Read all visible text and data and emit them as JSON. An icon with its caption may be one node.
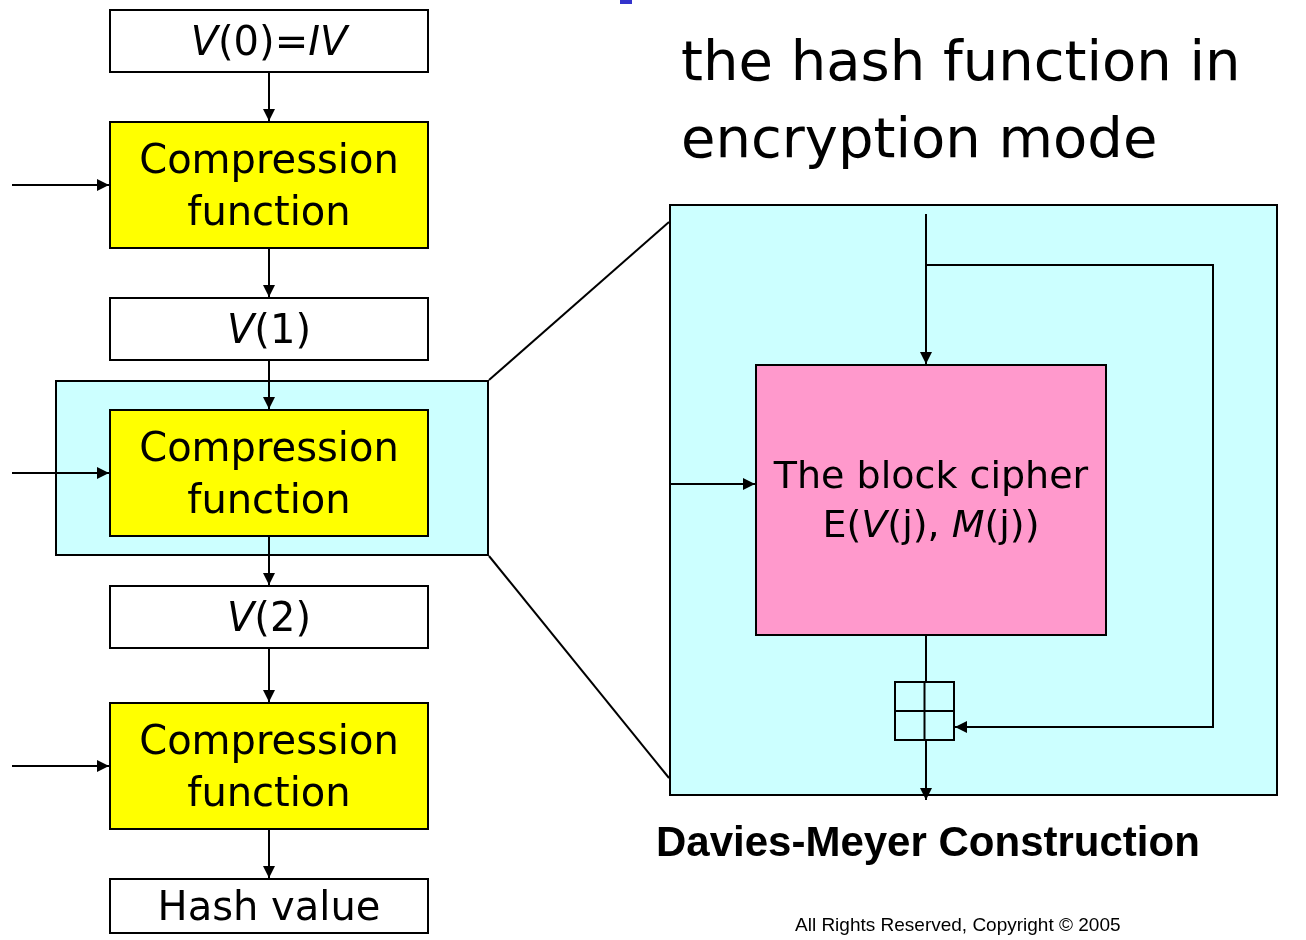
{
  "diagram": {
    "nodes": [
      {
        "text": [
          "*V*(0)=*IV*"
        ]
      },
      {
        "text": [
          "Compression function"
        ]
      },
      {
        "text": [
          "*V*(1)"
        ]
      },
      {
        "text": [],
        "shape": "box"
      },
      {
        "text": [
          "Compression function"
        ],
        "in": 3
      },
      {
        "text": [
          "*V*(2)"
        ]
      },
      {
        "text": [
          "Compression function"
        ]
      },
      {
        "text": [
          "Hash value"
        ]
      },
      {
        "text": [],
        "shape": "box",
        "beside": [
          "Davies-Meyer Construction"
        ]
      },
      {
        "text": [
          "The block cipher E(*V*(j), *M*(j))"
        ],
        "in": 8
      },
      {
        "text": [],
        "shape": "box",
        "in": 8
      }
    ],
    "edges": [
      {
        "from": 0,
        "to": 1,
        "arrow": "to"
      },
      {
        "from": null,
        "to": 1,
        "arrow": "to"
      },
      {
        "from": 1,
        "to": 2,
        "arrow": "to"
      },
      {
        "from": 2,
        "to": 4,
        "arrow": "to"
      },
      {
        "from": null,
        "to": 4,
        "arrow": "to"
      },
      {
        "from": 4,
        "to": 5,
        "arrow": "to"
      },
      {
        "from": 5,
        "to": 6,
        "arrow": "to"
      },
      {
        "from": null,
        "to": 6,
        "arrow": "to"
      },
      {
        "from": 6,
        "to": 7,
        "arrow": "to"
      },
      {
        "from": 3,
        "to": 8,
        "arrow": "none"
      },
      {
        "from": 3,
        "to": 8,
        "arrow": "none"
      },
      {
        "from": null,
        "to": 9,
        "arrow": "to"
      },
      {
        "from": null,
        "to": 10,
        "arrow": "to"
      },
      {
        "from": null,
        "to": 9,
        "arrow": "to"
      },
      {
        "from": 9,
        "to": 10,
        "arrow": "none"
      },
      {
        "from": 10,
        "to": null,
        "arrow": "to"
      }
    ],
    "labels": [
      "the hash function in encryption mode",
      "All Rights Reserved, Copyright © 2005"
    ]
  }
}
